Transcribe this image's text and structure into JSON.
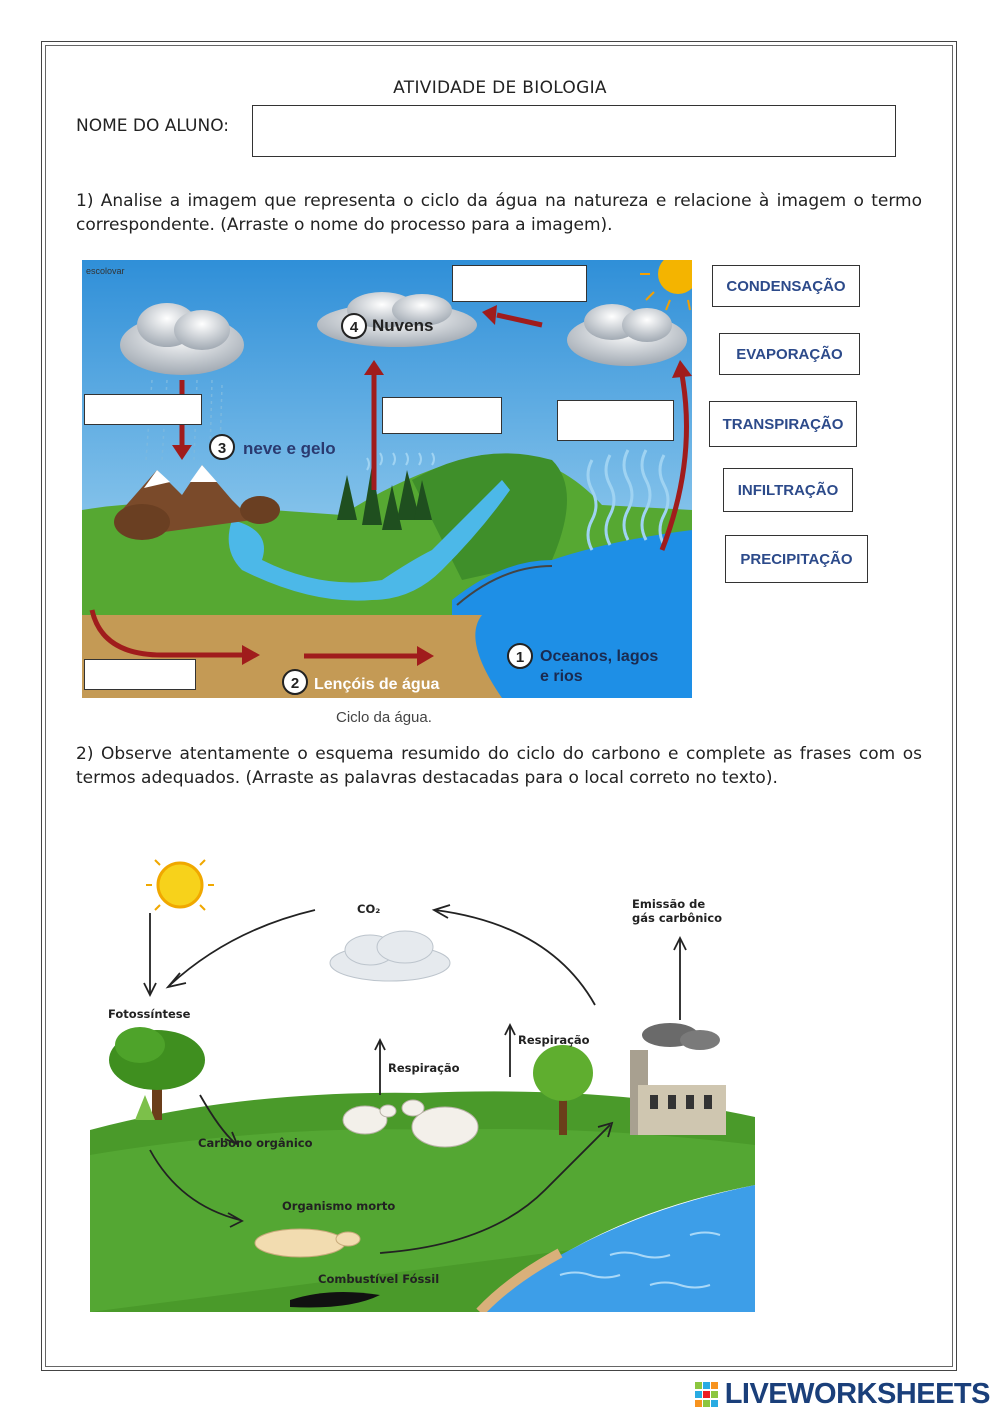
{
  "worksheet": {
    "title": "ATIVIDADE DE BIOLOGIA",
    "name_label": "NOME DO ALUNO:",
    "name_value": ""
  },
  "question1": {
    "text": "1) Analise a imagem que representa o ciclo da água na natureza e relacione à imagem o termo correspondente. (Arraste o nome do processo para a imagem).",
    "figure": {
      "watermark": "escolovar",
      "labels": [
        "4",
        "Nuvens",
        "3",
        "neve e gelo",
        "1",
        "Oceanos, lagos",
        "e rios",
        "2",
        "Lençóis de água"
      ],
      "caption": "Ciclo da água."
    },
    "words": [
      "CONDENSAÇÃO",
      "EVAPORAÇÃO",
      "TRANSPIRAÇÃO",
      "INFILTRAÇÃO",
      "PRECIPITAÇÃO"
    ]
  },
  "question2": {
    "text": "2) Observe atentamente o esquema resumido do ciclo do carbono e complete as frases com os termos adequados. (Arraste as palavras destacadas para o local correto no texto).",
    "figure": {
      "co2": "CO₂",
      "emission_line1": "Emissão de",
      "emission_line2": "gás carbônico",
      "photosynthesis": "Fotossíntese",
      "respiration": "Respiração",
      "organic_carbon": "Carbono orgânico",
      "dead_organism": "Organismo morto",
      "fossil_fuel": "Combustível Fóssil"
    }
  },
  "footer": {
    "brand": "LIVEWORKSHEETS"
  },
  "colors": {
    "word_text": "#2c4a8a",
    "sky": "#3aa0e0",
    "grass": "#4a9a2a",
    "soil": "#c49a55",
    "ocean": "#1f8fe0",
    "arrow": "#a01c1c"
  }
}
